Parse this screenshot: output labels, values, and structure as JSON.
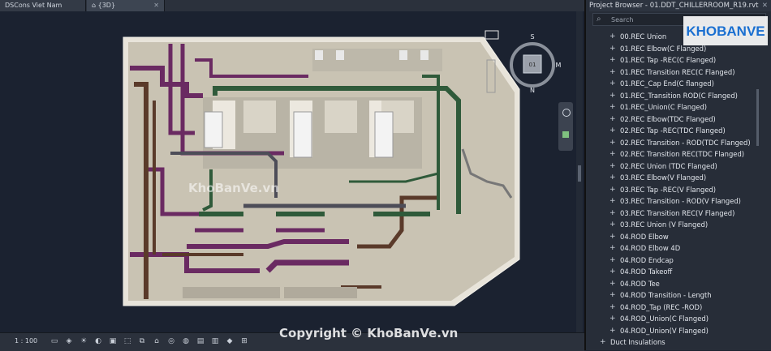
{
  "tabs": [
    {
      "label": "DSCons Viet Nam"
    },
    {
      "label": "{3D}"
    }
  ],
  "close_glyph": "✕",
  "viewcube": {
    "face": "01",
    "north": "N",
    "south": "S",
    "east": "M"
  },
  "status": {
    "scale": "1 : 100"
  },
  "project_browser": {
    "title": "Project Browser - 01.DDT_CHILLERROOM_R19.rvt",
    "search_placeholder": "Search",
    "items": [
      "00.REC Union",
      "01.REC Elbow(C Flanged)",
      "01.REC Tap -REC(C Flanged)",
      "01.REC Transition REC(C Flanged)",
      "01.REC_Cap End(C flanged)",
      "01.REC_Transition ROD(C Flanged)",
      "01.REC_Union(C Flanged)",
      "02.REC Elbow(TDC Flanged)",
      "02.REC Tap -REC(TDC Flanged)",
      "02.REC Transition - ROD(TDC Flanged)",
      "02.REC Transition REC(TDC Flanged)",
      "02.REC Union (TDC Flanged)",
      "03.REC Elbow(V Flanged)",
      "03.REC Tap -REC(V Flanged)",
      "03.REC Transition - ROD(V Flanged)",
      "03.REC Transition REC(V Flanged)",
      "03.REC Union (V Flanged)",
      "04.ROD Elbow",
      "04.ROD Elbow 4D",
      "04.ROD Endcap",
      "04.ROD Takeoff",
      "04.ROD Tee",
      "04.ROD Transition - Length",
      "04.ROD_Tap (REC -ROD)",
      "04.ROD_Union(C Flanged)",
      "04.ROD_Union(V Flanged)"
    ],
    "category": "Duct Insulations"
  },
  "logo": {
    "text": "KHOBANVE",
    "color": "#1a6fd1"
  },
  "watermarks": {
    "center": "KhoBanVe.vn",
    "bottom": "Copyright © KhoBanVe.vn"
  },
  "colors": {
    "pipe_purple": "#6a2a62",
    "pipe_brown": "#5a3a2a",
    "pipe_green": "#2f5a3a",
    "floor": "#c9c3b3"
  }
}
